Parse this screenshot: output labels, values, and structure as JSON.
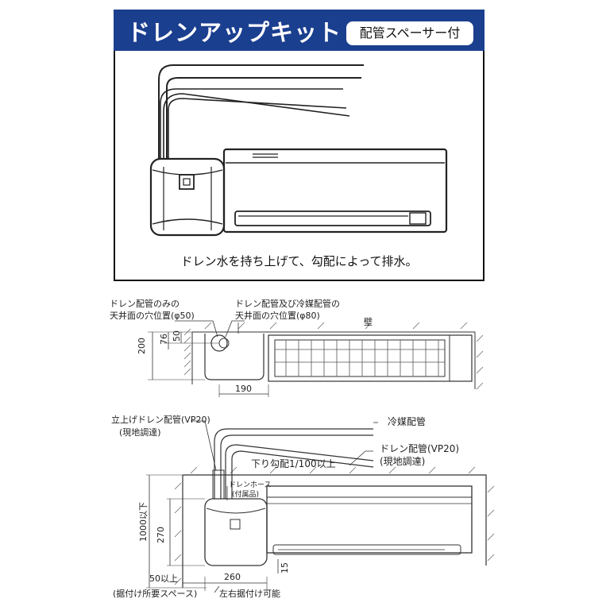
{
  "header": {
    "title": "ドレンアップキット",
    "subtitle": "配管スペーサー付"
  },
  "illustration": {
    "caption": "ドレン水を持ち上げて、勾配によって排水。"
  },
  "plan_view": {
    "label_drain_hole": [
      "ドレン配管のみの",
      "天井面の穴位置(φ50)"
    ],
    "label_combined_hole": [
      "ドレン配管及び冷媒配管の",
      "天井面の穴位置(φ80)"
    ],
    "label_wall": "壁",
    "dims": {
      "d200": "200",
      "d76": "76",
      "d50": "50",
      "d190": "190"
    }
  },
  "elevation_view": {
    "label_riser": [
      "立上げドレン配管(VP20)",
      "(現地調達)"
    ],
    "label_refrigerant": "冷媒配管",
    "label_drain_pipe": [
      "ドレン配管(VP20)",
      "(現地調達)"
    ],
    "label_slope": "下り勾配1/100以上",
    "label_hose": [
      "ドレンホース",
      "(付属品)"
    ],
    "dims": {
      "d1000": "1000以下",
      "d270": "270",
      "d50": "50以上",
      "d260": "260",
      "d15": "15"
    },
    "label_install_space": "(据付け所要スペース)",
    "label_left_right": "左右据付け可能"
  }
}
